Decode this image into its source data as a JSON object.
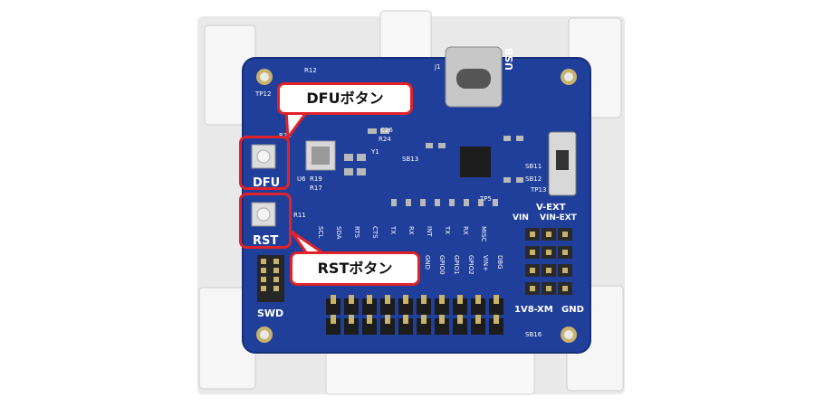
{
  "colors": {
    "pcb": "#1f3f9b",
    "pcb_dark": "#172f78",
    "highlight": "#e0222a",
    "holder": "#eeeeee",
    "silkscreen": "#ffffff"
  },
  "callouts": {
    "dfu": "DFUボタン",
    "rst": "RSTボタン"
  },
  "silk": {
    "dfu": "DFU",
    "rst": "RST",
    "swd": "SWD",
    "usb": "USB",
    "vext": "V-EXT",
    "vin": "VIN",
    "vin_ext": "VIN-EXT",
    "v18xm": "1V8-XM",
    "gnd": "GND",
    "tp12": "TP12",
    "tp5": "TP5",
    "tp13": "TP13",
    "j1": "J1",
    "u6": "U6",
    "y1": "Y1",
    "r24": "R24",
    "r25": "R25",
    "r11": "R11",
    "r17": "R17",
    "r19": "R19",
    "r12": "R12",
    "c26": "C26",
    "sb1": "SB11",
    "sb2": "SB12",
    "sb13": "SB13",
    "sb16": "SB16",
    "pins_a": [
      "SCL",
      "SDA",
      "RTS",
      "CTS",
      "TX",
      "RX",
      "INT",
      "TX",
      "RX",
      "MISC"
    ],
    "pins_b": [
      "GND",
      "GPIO0",
      "GPIO1",
      "GPIO2",
      "VIN+",
      "DBG"
    ]
  },
  "icons": {
    "usb_c": "usb-c-connector-icon",
    "switch": "slide-switch-icon",
    "chip": "qfn-chip-icon"
  }
}
